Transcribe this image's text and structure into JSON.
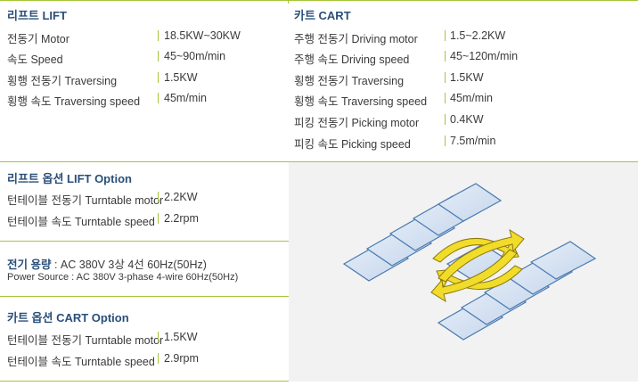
{
  "lift": {
    "title": "리프트  LIFT",
    "rows": [
      {
        "label": "전동기  Motor",
        "value": "18.5KW~30KW"
      },
      {
        "label": "속도  Speed",
        "value": "45~90m/min"
      },
      {
        "label": "횡행 전동기  Traversing",
        "value": "1.5KW"
      },
      {
        "label": "횡행 속도  Traversing speed",
        "value": "45m/min"
      }
    ]
  },
  "cart": {
    "title": "카트   CART",
    "rows": [
      {
        "label": "주행 전동기  Driving motor",
        "value": "1.5~2.2KW"
      },
      {
        "label": "주행 속도  Driving speed",
        "value": "45~120m/min"
      },
      {
        "label": "횡행 전동기  Traversing",
        "value": "1.5KW"
      },
      {
        "label": "횡행 속도  Traversing speed",
        "value": "45m/min"
      },
      {
        "label": "피킹 전동기  Picking motor",
        "value": "0.4KW"
      },
      {
        "label": "피킹 속도  Picking speed",
        "value": "7.5m/min"
      }
    ]
  },
  "lift_option": {
    "title": "리프트 옵션   LIFT Option",
    "rows": [
      {
        "label": "턴테이블 전동기  Turntable motor",
        "value": "2.2KW"
      },
      {
        "label": "턴테이블 속도   Turntable speed",
        "value": "2.2rpm"
      }
    ]
  },
  "power": {
    "label": "전기 용량",
    "value": " : AC 380V 3상 4선 60Hz(50Hz)",
    "english": "Power Source : AC 380V 3-phase 4-wire 60Hz(50Hz)"
  },
  "cart_option": {
    "title": "카트 옵션   CART Option",
    "rows": [
      {
        "label": "턴테이블 전동기  Turntable motor",
        "value": "1.5KW"
      },
      {
        "label": "턴테이블 속도  Turntable speed",
        "value": "2.9rpm"
      }
    ]
  },
  "colors": {
    "accent": "#a4c639",
    "heading": "#2a4f7a",
    "panel": "#f2f2f2",
    "tile": "#d7e4f3",
    "tile_border": "#4a7ab0",
    "arrow": "#e8d21a"
  }
}
